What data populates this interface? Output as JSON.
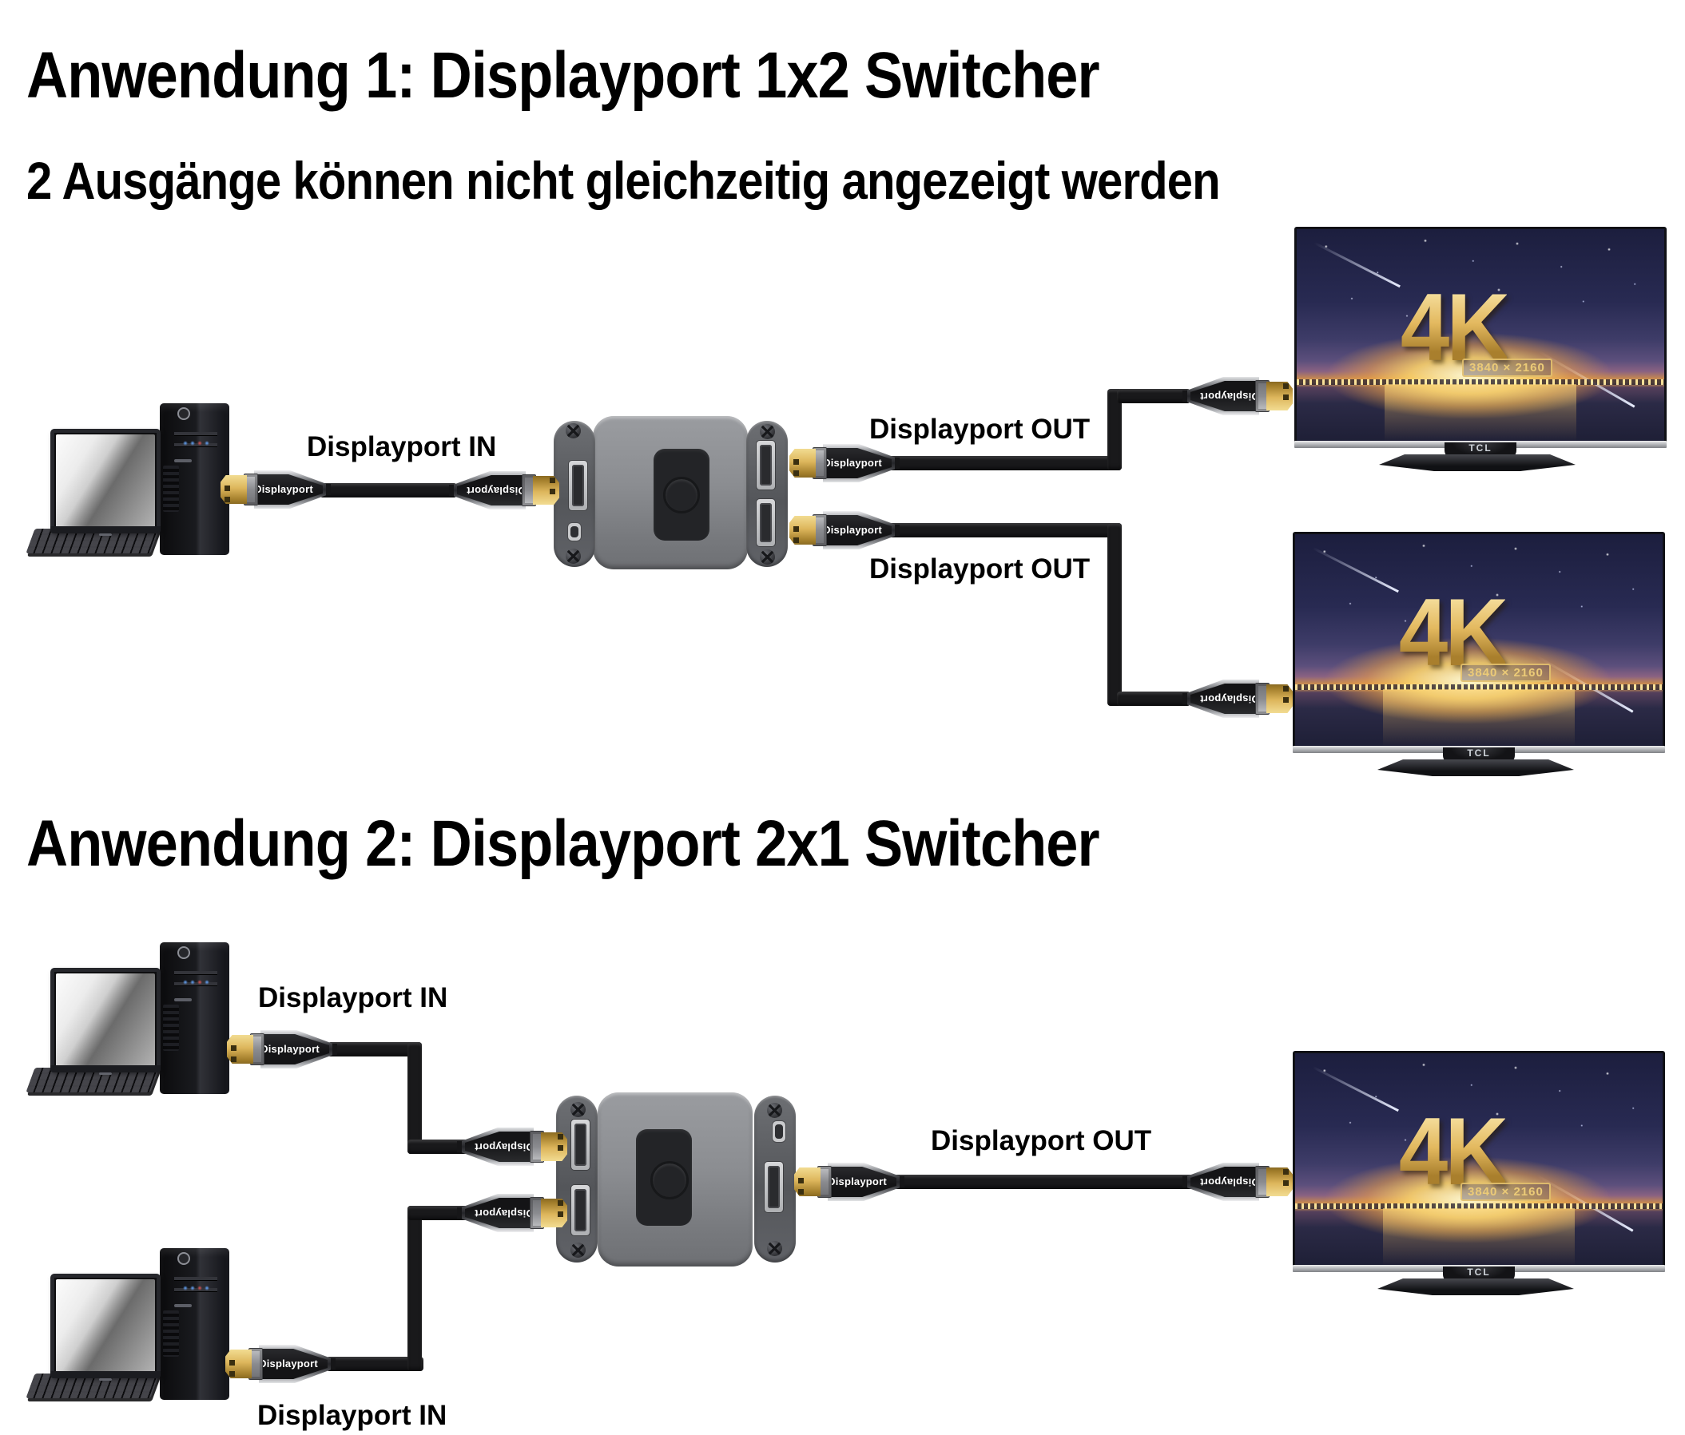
{
  "page": {
    "background": "#ffffff"
  },
  "sections": [
    {
      "title": "Anwendung 1: Displayport 1x2 Switcher",
      "subtitle": "2 Ausgänge können nicht gleichzeitig angezeigt werden",
      "labels": {
        "input": "Displayport IN",
        "output_top": "Displayport OUT",
        "output_bottom": "Displayport OUT"
      }
    },
    {
      "title": "Anwendung 2: Displayport 2x1 Switcher",
      "labels": {
        "input_top": "Displayport IN",
        "input_bottom": "Displayport IN",
        "output": "Displayport OUT"
      }
    }
  ],
  "connector": {
    "label": "Displayport"
  },
  "tv": {
    "badge": "4K",
    "resolution": "3840 × 2160",
    "brand": "TCL"
  },
  "colors": {
    "accent_gold": "#ddb65c",
    "cable_black": "#19191b",
    "switcher_gray": "#8b8d91",
    "label_text": "#000000"
  }
}
